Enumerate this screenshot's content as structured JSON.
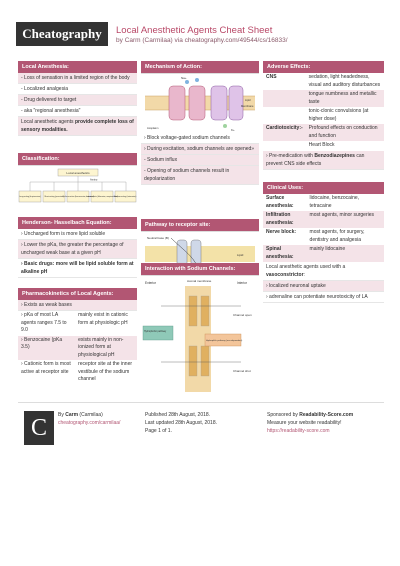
{
  "header": {
    "logo": "Cheatography",
    "title": "Local Anesthetic Agents Cheat Sheet",
    "by_prefix": "by",
    "author": "Carm (Carmilaa)",
    "via": "via",
    "url": "cheatography.com/49544/cs/16833/"
  },
  "local_anesthesia": {
    "title": "Local Anesthesia:",
    "items": [
      "- Loss of sensation in a limited region of the body",
      "- Localized analgesia",
      "- Drug delivered to target",
      "- aka \"regional anesthesia\""
    ],
    "note_pre": "Local anesthetic agents",
    "note_bold": "provide complete loss of sensory modalities."
  },
  "classification": {
    "title": "Classification:",
    "diagram": {
      "root": "Local anesthetics",
      "mid": "Amino",
      "leaves": [
        "Long-acting (bupivacaine)",
        "Short-acting (procaine)",
        "Surface-active (benzocaine, cocaine)",
        "Intermediate (lidocaine, mepivacaine)",
        "Medium-acting (tetracaine)"
      ]
    }
  },
  "henderson": {
    "title": "Henderson- Hasselbach Equation:",
    "items": [
      "› Uncharged form is more lipid soluble",
      "› Lower the pKa, the greater the percentage of uncharged weak base at a given pH",
      "› Basic drugs: more will be lipid soluble form at alkaline pH"
    ]
  },
  "pharmacokinetics": {
    "title": "Pharmacokinetics of Local Agents:",
    "lead": "› Exists as weak bases",
    "rows": [
      [
        "› pKa of most LA agents ranges 7.5 to 9.0",
        "mainly exist in cationic form at physiologic pH"
      ],
      [
        "› Benzocaine (pKa 3.5)",
        "exists mainly in non-ionized form at physiological pH"
      ],
      [
        "› Cationic form is most active at receptor site",
        "receptor site at the inner vestibule of the sodium channel"
      ]
    ]
  },
  "mechanism": {
    "title": "Mechanism of Action:",
    "items": [
      "› Block voltage-gated sodium channels",
      "› During excitation, sodium channels are opened»",
      "- Sodium influx",
      "- Opening of sodium channels result in depolarization"
    ],
    "diagram_labels": [
      "Na+",
      "K+",
      "Lipid",
      "Membrane",
      "Axoplasm"
    ]
  },
  "receptor": {
    "title": "Pathway to receptor site:",
    "labels": [
      "Neutral base (B)",
      "Lipid",
      "BH+",
      "Na+ channel"
    ]
  },
  "interaction": {
    "title": "Interaction with Sodium Channels:",
    "labels": [
      "Exterior",
      "Axonal membrane",
      "Interior",
      "Channel open",
      "Channel shut",
      "Hydrophobic pathway",
      "Hydrophilic pathway (use-dependent)"
    ]
  },
  "adverse": {
    "title": "Adverse Effects:",
    "rows": [
      {
        "k": "CNS",
        "v": "sedation, light headedness, visual and auditory disturbances"
      },
      {
        "k": "",
        "v": "tongue numbness and metallic taste"
      },
      {
        "k": "",
        "v": "tonic-clonic convulsions (at higher dose)"
      },
      {
        "k": "Cardiotoxicity:-",
        "v": "Profound effects on conduction and function"
      },
      {
        "k": "",
        "v": "Heart Block"
      }
    ],
    "note_pre": "› Pre-medication with",
    "note_bold": "Benzodiazepines",
    "note_post": "can prevent CNS side effects"
  },
  "clinical": {
    "title": "Clinical Uses:",
    "rows": [
      {
        "k": "Surface anesthesia:",
        "v": "lidocaine, benzocaine, tetracaine"
      },
      {
        "k": "Infiltration anesthesia:",
        "v": "most agents, minor surgeries"
      },
      {
        "k": "Nerve block:",
        "v": "most agents, for surgery, dentistry and analgesia"
      },
      {
        "k": "Spinal anesthesia:",
        "v": "mainly lidocaine"
      }
    ],
    "note_pre": "Local anesthetic agents used with a",
    "note_bold": "vasoconstrictor",
    "note_post": ":",
    "items": [
      "› localized neuronal uptake",
      "› adrenaline can potentiate neurotoxicity of LA"
    ]
  },
  "footer": {
    "logo_letter": "C",
    "by": "By",
    "author": "Carm",
    "author_alias": "(Carmilaa)",
    "profile": "cheatography.com/carmilaa/",
    "published": "Published 28th August, 2018.",
    "updated": "Last updated 28th August, 2018.",
    "page": "Page 1 of 1.",
    "sponsor_pre": "Sponsored by",
    "sponsor_name": "Readability-Score.com",
    "sponsor_line": "Measure your website readability!",
    "sponsor_url": "https://readability-score.com"
  }
}
